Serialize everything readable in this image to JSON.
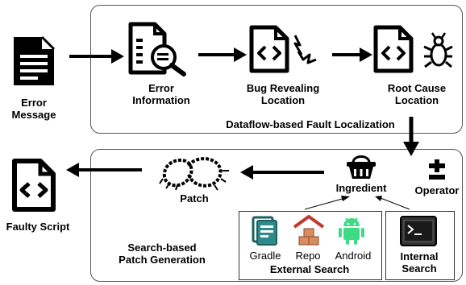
{
  "nodes": {
    "error_message": "Error\nMessage",
    "error_information": "Error\nInformation",
    "bug_revealing_location": "Bug Revealing\nLocation",
    "root_cause_location": "Root Cause\nLocation",
    "faulty_script": "Faulty Script",
    "patch": "Patch",
    "ingredient": "Ingredient",
    "operator": "Operator"
  },
  "stages": {
    "fault_localization": "Dataflow-based Fault Localization",
    "patch_generation": "Search-based\nPatch Generation"
  },
  "external_search": {
    "title": "External Search",
    "sources": [
      "Gradle",
      "Repo",
      "Android"
    ]
  },
  "internal_search": {
    "title": "Internal\nSearch"
  },
  "colors": {
    "arrow": "#000000",
    "box_border": "#555555",
    "android_green": "#3ddc84",
    "repo_red": "#c0392b",
    "repo_crate": "#d98c5f",
    "gradle_teal": "#2e8b8b"
  }
}
